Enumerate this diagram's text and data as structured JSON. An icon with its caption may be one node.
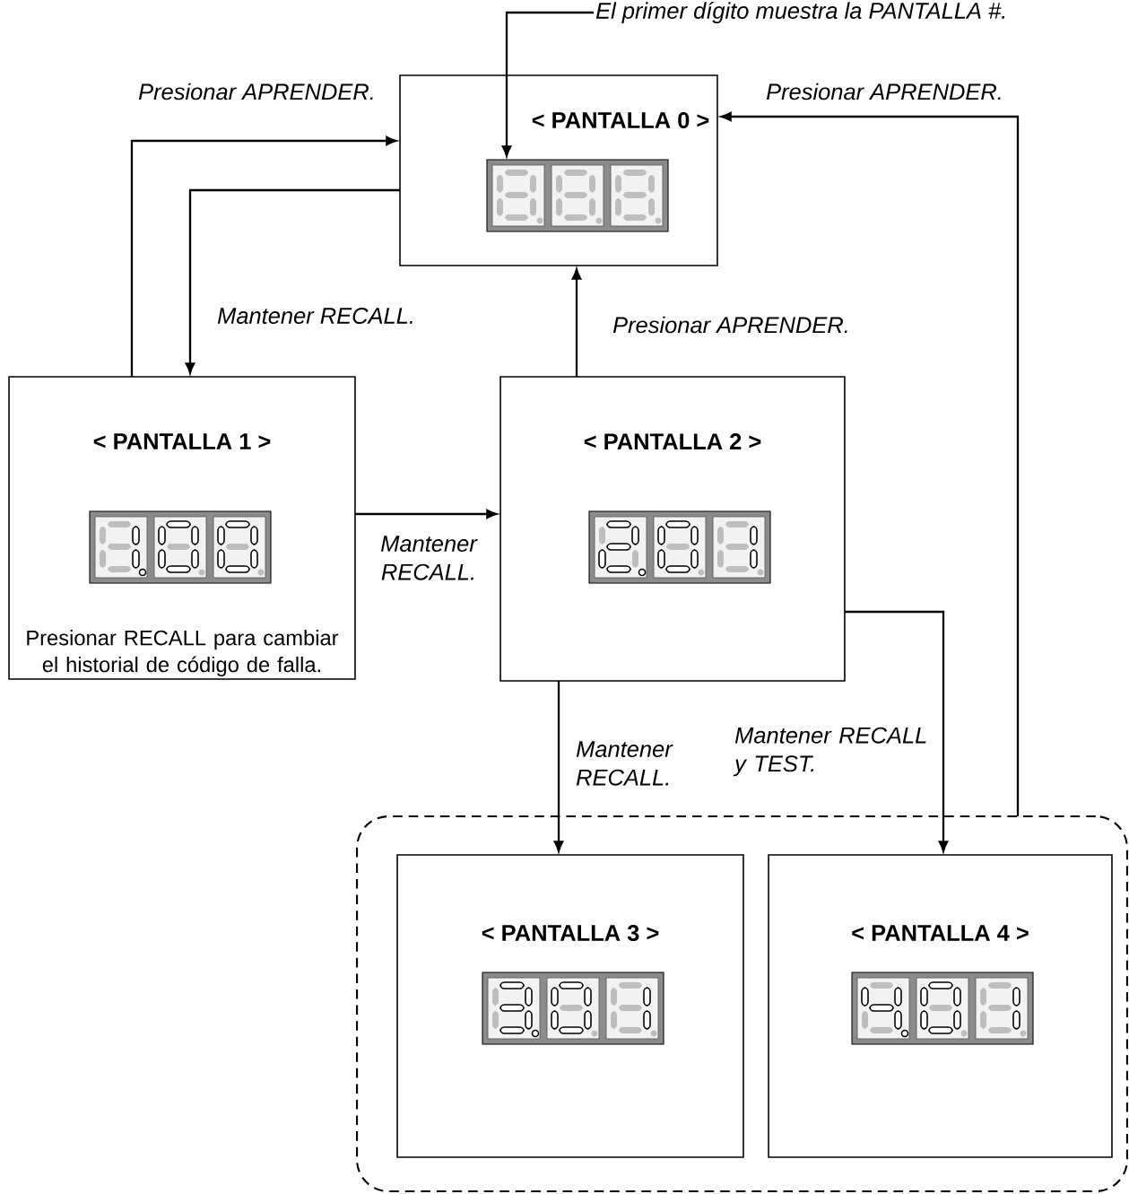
{
  "diagram": {
    "nodes": [
      {
        "text": [
          "< PANTALLA 0 >"
        ]
      },
      {
        "text": [
          "< PANTALLA 1 >",
          "Presionar RECALL para cambiar el historial de código de falla."
        ]
      },
      {
        "text": [
          "< PANTALLA 2 >"
        ]
      },
      {
        "text": [],
        "shape": "box"
      },
      {
        "text": [
          "< PANTALLA 3 >"
        ],
        "in": 3
      },
      {
        "text": [
          "< PANTALLA 4 >"
        ],
        "in": 3
      },
      {
        "text": [
          "El primer dígito muestra la PANTALLA #."
        ]
      },
      {
        "text": [],
        "shape": "picture",
        "in": 0
      }
    ],
    "edges": [
      {
        "from": 1,
        "to": 0,
        "arrow": "to",
        "label": "Presionar APRENDER."
      },
      {
        "from": 0,
        "to": 1,
        "arrow": "to",
        "label": "Mantener RECALL."
      },
      {
        "from": 1,
        "to": 2,
        "arrow": "to",
        "label": "Mantener RECALL."
      },
      {
        "from": 2,
        "to": 0,
        "arrow": "to",
        "label": "Presionar APRENDER."
      },
      {
        "from": 2,
        "to": 4,
        "arrow": "to",
        "label": "Mantener RECALL."
      },
      {
        "from": 2,
        "to": 5,
        "arrow": "to",
        "label": "Mantener RECALL y TEST."
      },
      {
        "from": 3,
        "to": 0,
        "arrow": "to",
        "label": "Presionar APRENDER."
      },
      {
        "from": 6,
        "to": 7,
        "arrow": "to"
      }
    ]
  }
}
